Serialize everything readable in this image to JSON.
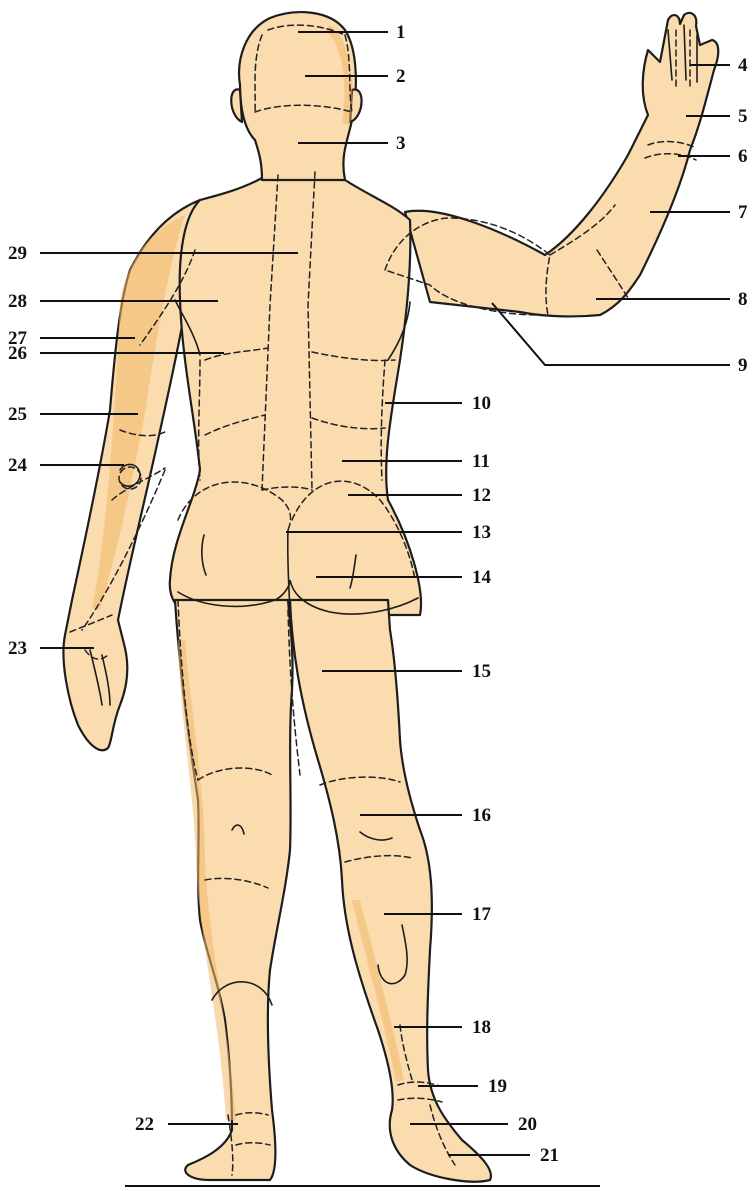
{
  "labels": {
    "n1": "1",
    "n2": "2",
    "n3": "3",
    "n4": "4",
    "n5": "5",
    "n6": "6",
    "n7": "7",
    "n8": "8",
    "n9": "9",
    "n10": "10",
    "n11": "11",
    "n12": "12",
    "n13": "13",
    "n14": "14",
    "n15": "15",
    "n16": "16",
    "n17": "17",
    "n18": "18",
    "n19": "19",
    "n20": "20",
    "n21": "21",
    "n22": "22",
    "n23": "23",
    "n24": "24",
    "n25": "25",
    "n26": "26",
    "n27": "27",
    "n28": "28",
    "n29": "29"
  },
  "colors": {
    "skin": "#fbdcae",
    "skin_shade": "#f3b869",
    "ink": "#1d1d1d"
  }
}
